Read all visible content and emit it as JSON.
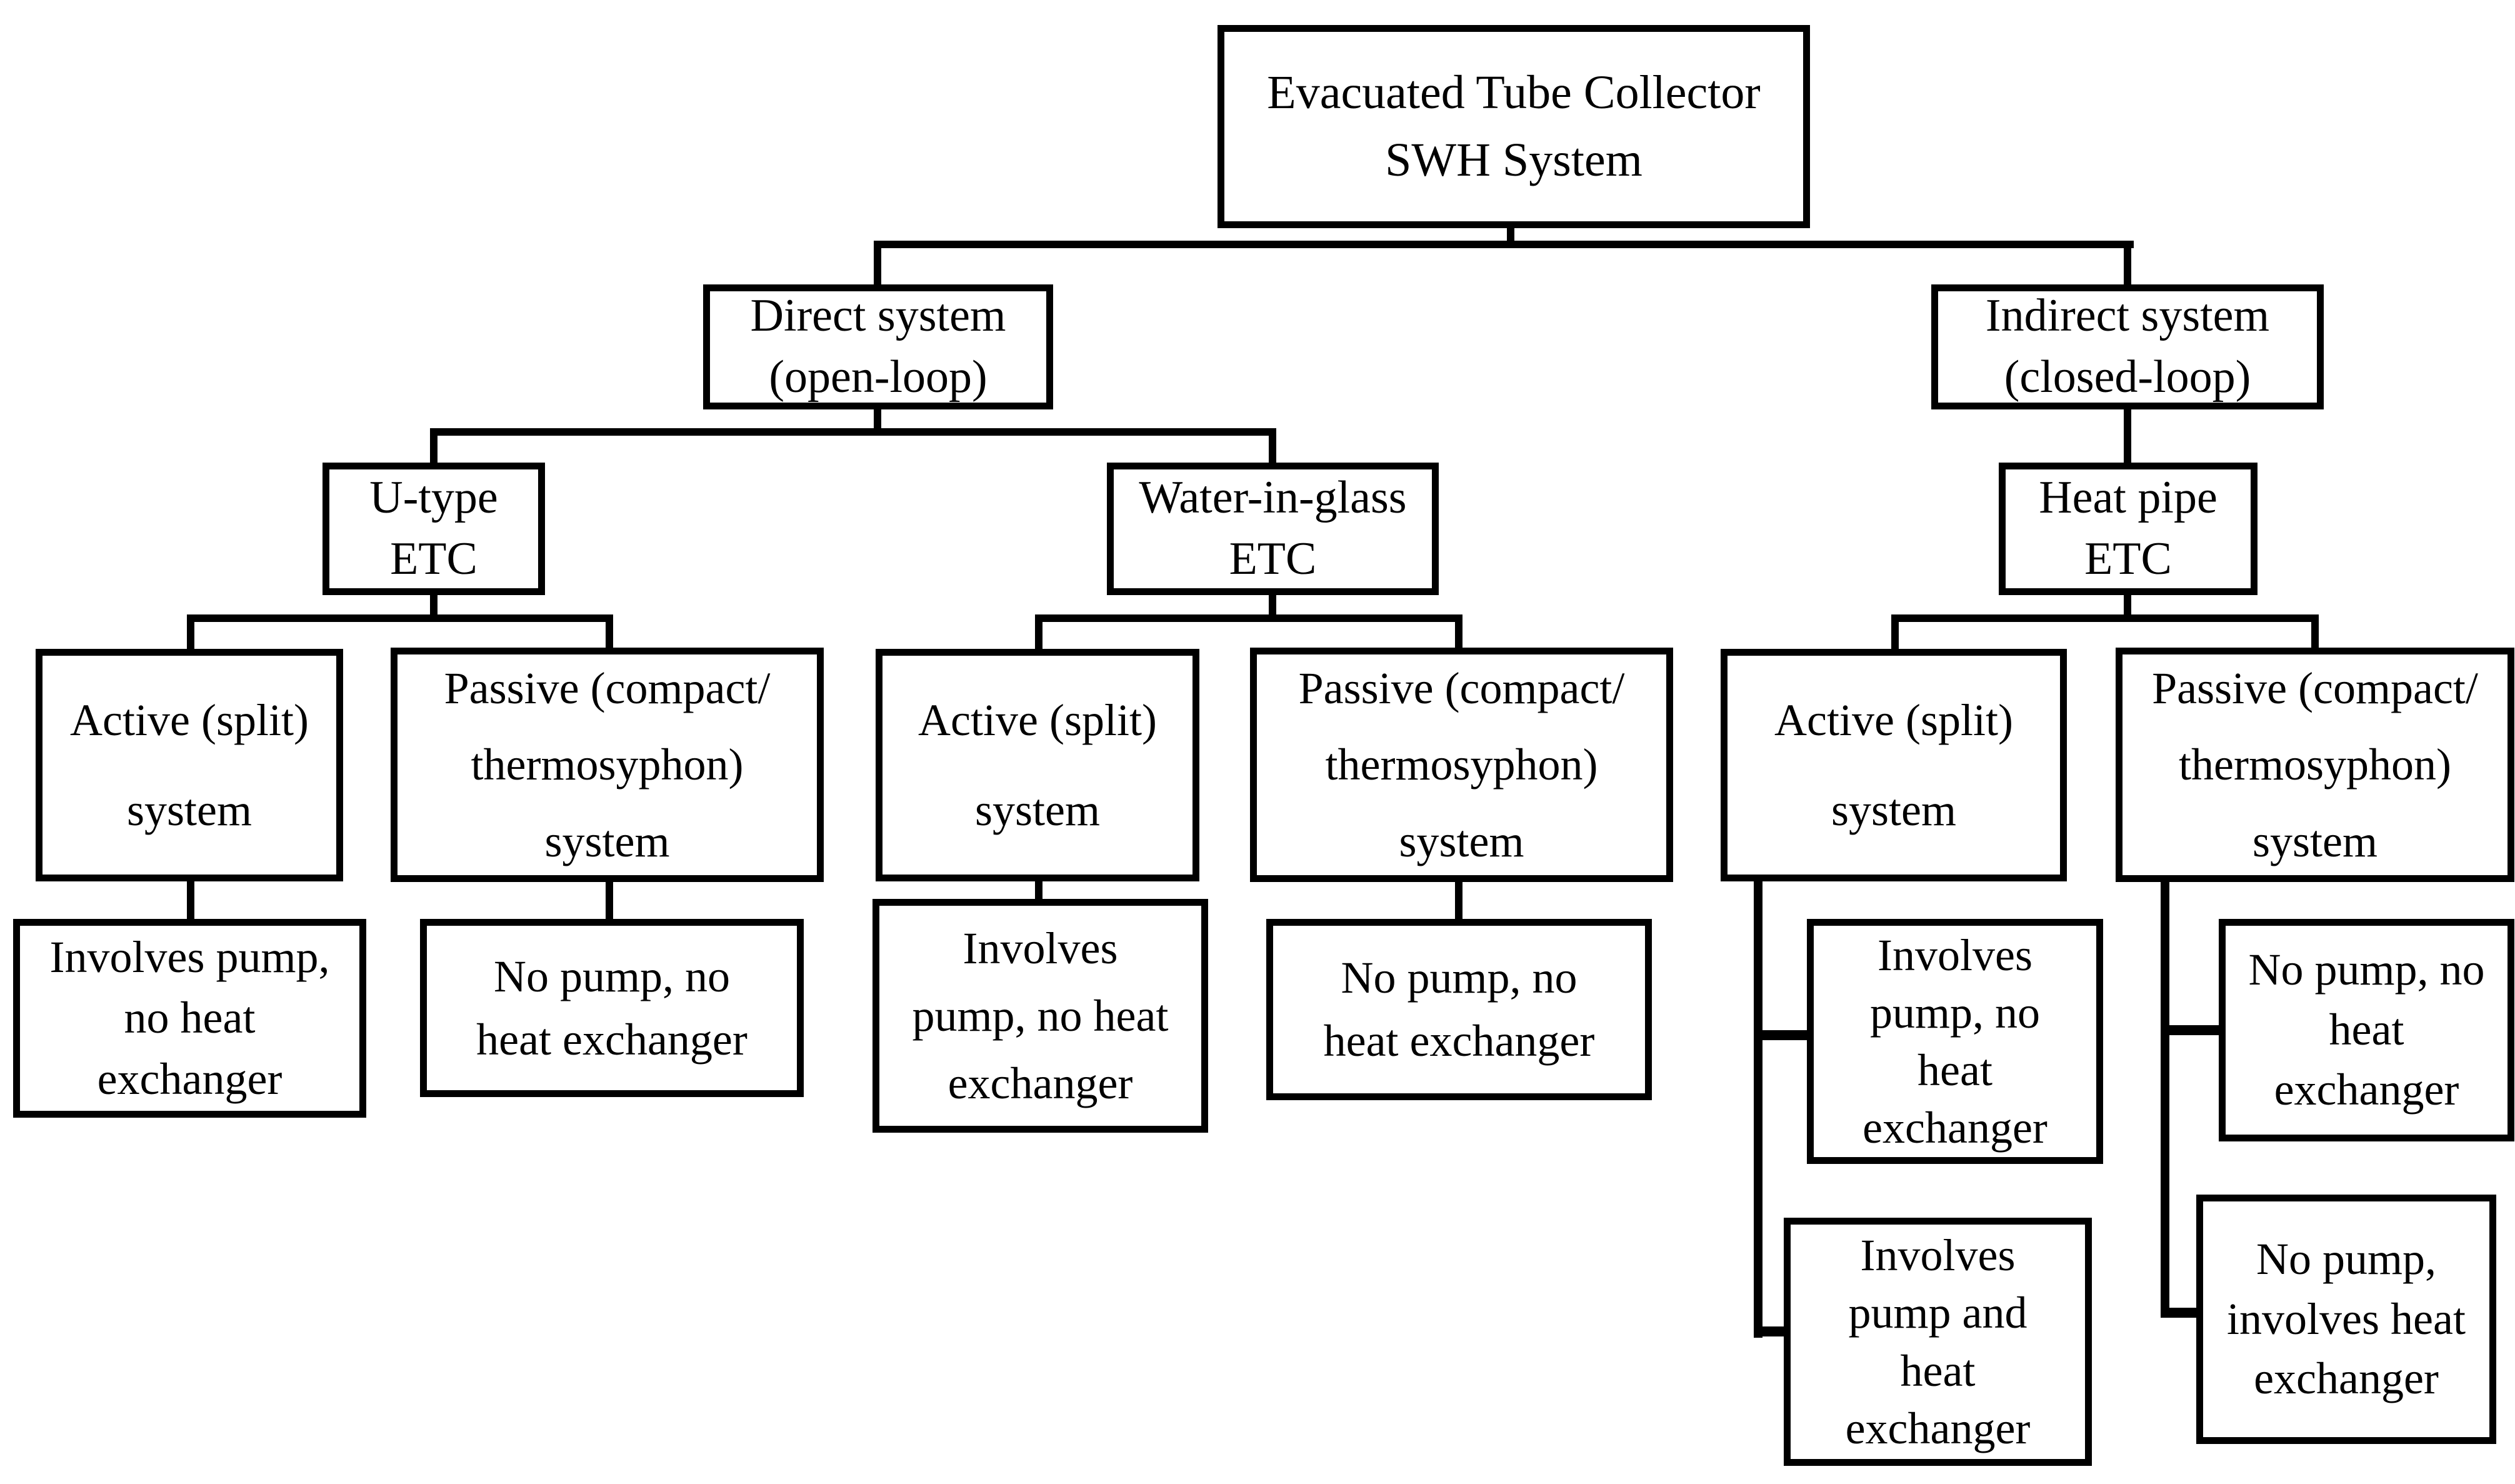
{
  "diagram": {
    "colors": {
      "background": "#ffffff",
      "line": "#000000",
      "box_border": "#000000",
      "box_fill": "#ffffff",
      "text": "#000000"
    },
    "nodes": {
      "root": {
        "label": "Evacuated Tube Collector\nSWH System"
      },
      "direct": {
        "label": "Direct system\n(open-loop)"
      },
      "indirect": {
        "label": "Indirect system\n(closed-loop)"
      },
      "utype": {
        "label": "U-type\nETC"
      },
      "wig": {
        "label": "Water-in-glass\nETC"
      },
      "heatpipe": {
        "label": "Heat pipe\nETC"
      },
      "active_u": {
        "label": "Active (split)\nsystem"
      },
      "passive_u": {
        "label": "Passive (compact/\nthermosyphon)\nsystem"
      },
      "active_w": {
        "label": "Active (split)\nsystem"
      },
      "passive_w": {
        "label": "Passive (compact/\nthermosyphon)\nsystem"
      },
      "active_h": {
        "label": "Active (split)\nsystem"
      },
      "passive_h": {
        "label": "Passive (compact/\nthermosyphon)\nsystem"
      },
      "pump_u": {
        "label": "Involves pump,\nno heat\nexchanger"
      },
      "nopump_u": {
        "label": "No pump, no\nheat exchanger"
      },
      "pump_w": {
        "label": "Involves\npump, no heat\nexchanger"
      },
      "nopump_w": {
        "label": "No pump, no\nheat exchanger"
      },
      "pump_h1": {
        "label": "Involves\npump, no\nheat\nexchanger"
      },
      "pump_h2": {
        "label": "Involves\npump and\nheat\nexchanger"
      },
      "nopump_h1": {
        "label": "No pump, no\nheat\nexchanger"
      },
      "nopump_h2": {
        "label": "No pump,\ninvolves heat\nexchanger"
      }
    },
    "edges": [
      {
        "from": "root",
        "to": "direct"
      },
      {
        "from": "root",
        "to": "indirect"
      },
      {
        "from": "direct",
        "to": "utype"
      },
      {
        "from": "direct",
        "to": "wig"
      },
      {
        "from": "indirect",
        "to": "heatpipe"
      },
      {
        "from": "utype",
        "to": "active_u"
      },
      {
        "from": "utype",
        "to": "passive_u"
      },
      {
        "from": "wig",
        "to": "active_w"
      },
      {
        "from": "wig",
        "to": "passive_w"
      },
      {
        "from": "heatpipe",
        "to": "active_h"
      },
      {
        "from": "heatpipe",
        "to": "passive_h"
      },
      {
        "from": "active_u",
        "to": "pump_u"
      },
      {
        "from": "passive_u",
        "to": "nopump_u"
      },
      {
        "from": "active_w",
        "to": "pump_w"
      },
      {
        "from": "passive_w",
        "to": "nopump_w"
      },
      {
        "from": "active_h",
        "to": "pump_h1"
      },
      {
        "from": "active_h",
        "to": "pump_h2"
      },
      {
        "from": "passive_h",
        "to": "nopump_h1"
      },
      {
        "from": "passive_h",
        "to": "nopump_h2"
      }
    ]
  }
}
